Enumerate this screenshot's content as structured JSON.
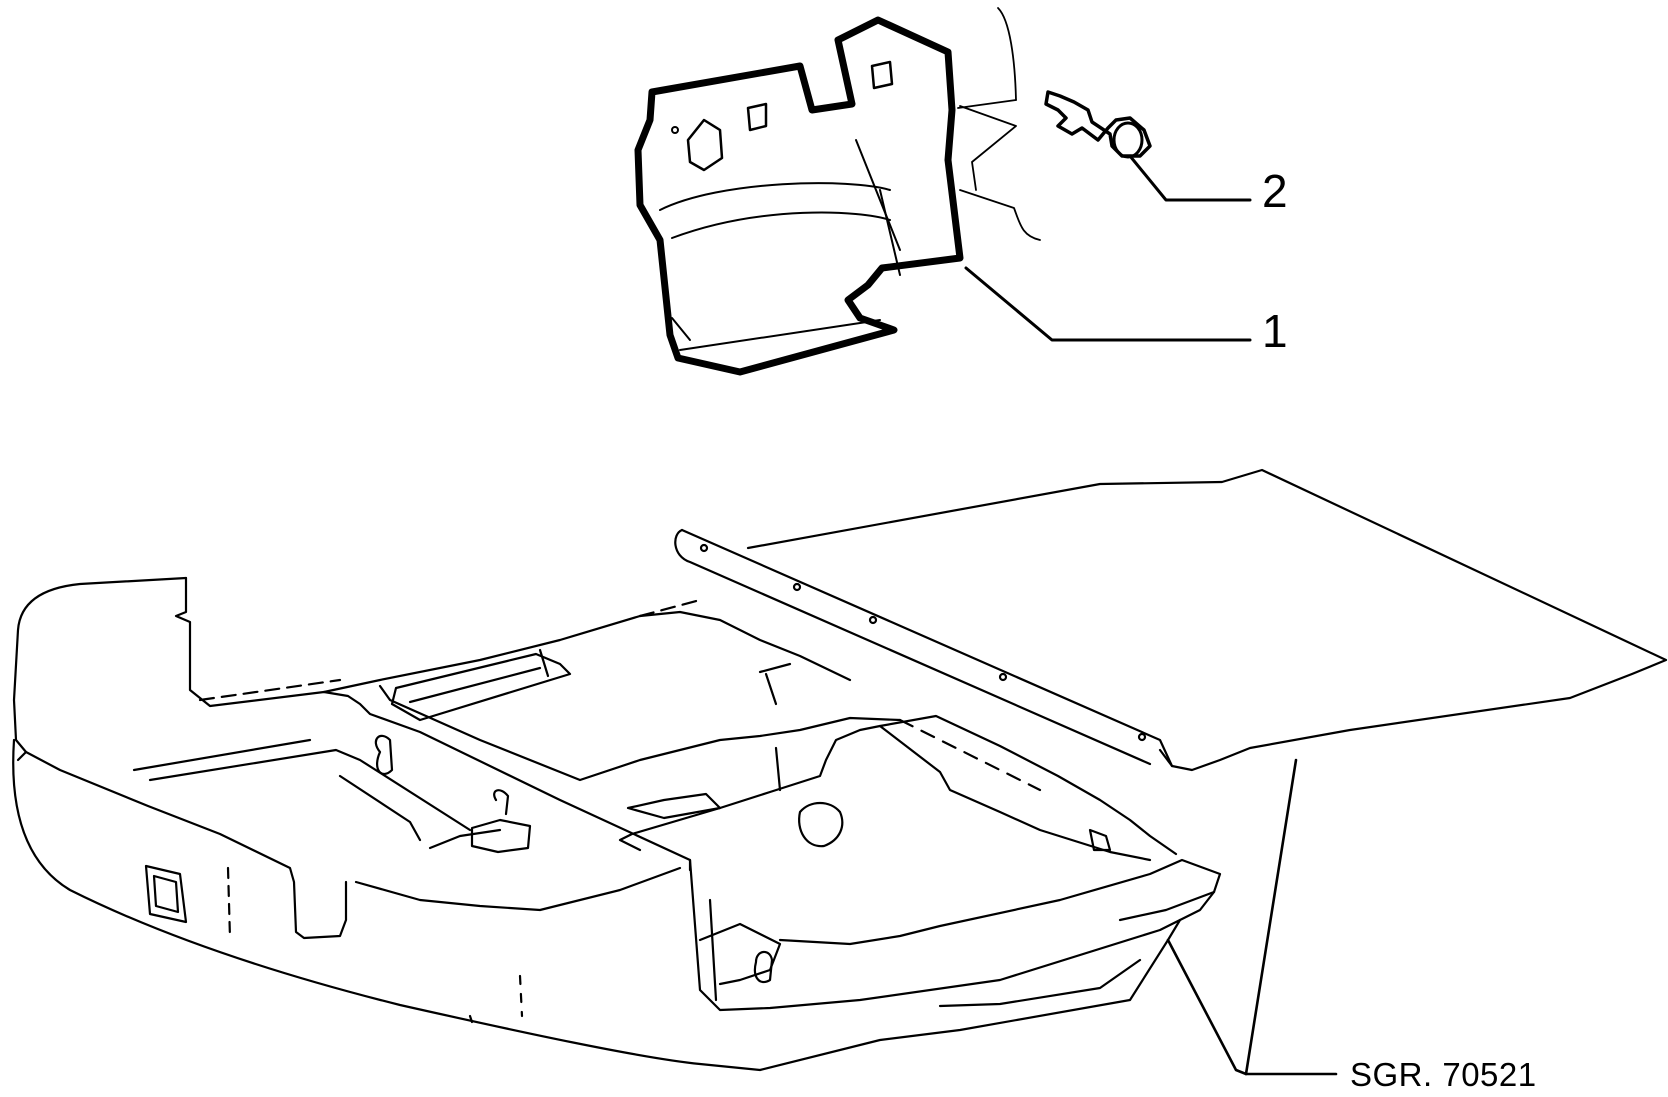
{
  "callouts": [
    {
      "label": "1"
    },
    {
      "label": "2"
    }
  ],
  "reference": "SGR. 70521",
  "icons": [
    "floor-insulation-panel-icon",
    "trim-bracket-icon",
    "push-clip-fastener-icon",
    "rear-parcel-shelf-icon"
  ],
  "colors": {
    "ink": "#000000",
    "paper": "#ffffff"
  }
}
